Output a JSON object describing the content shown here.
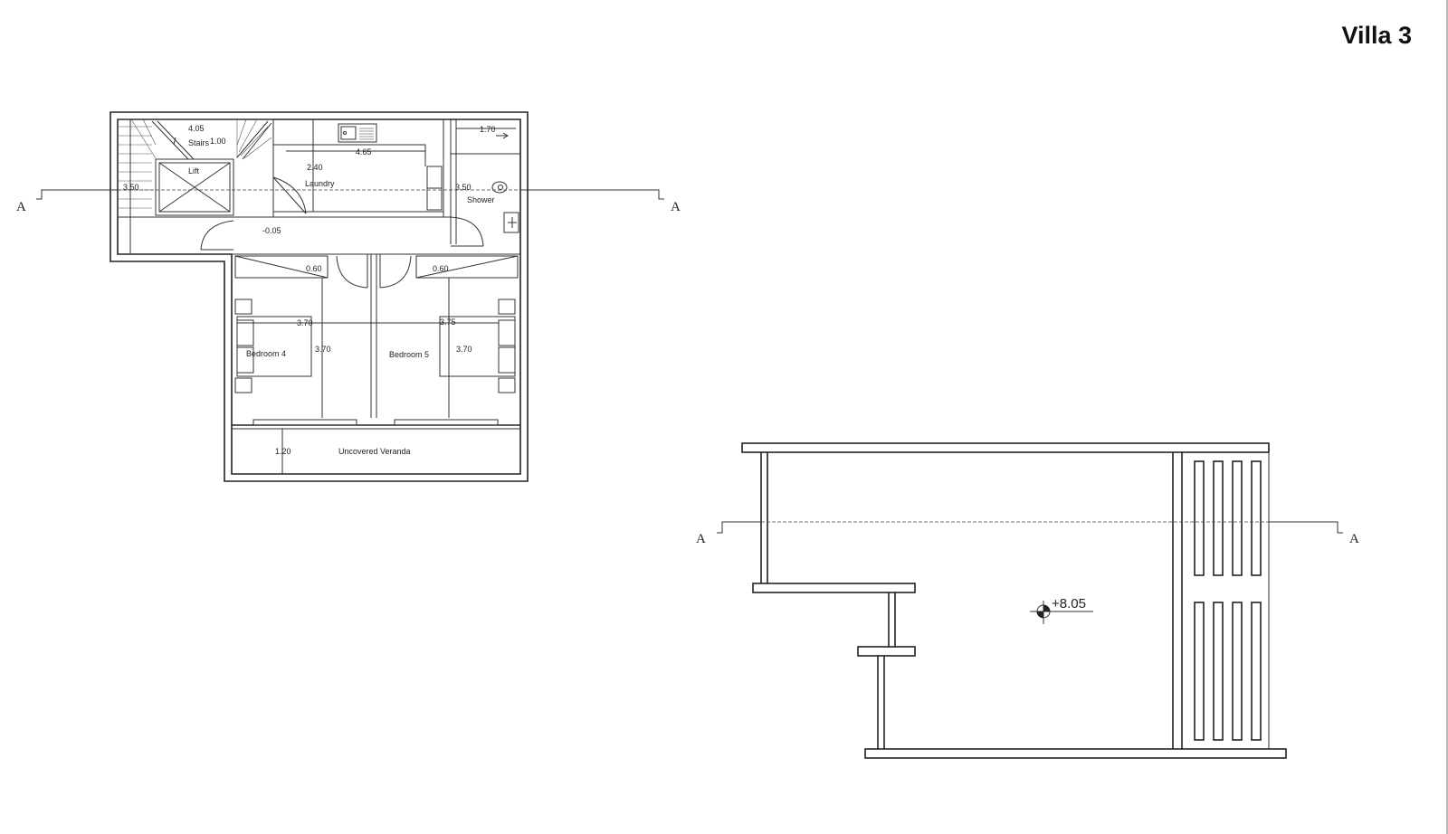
{
  "title": "Villa 3",
  "plan": {
    "rooms": {
      "stairs": "Stairs",
      "lift": "Lift",
      "laundry": "Laundry",
      "shower": "Shower",
      "bedroom4": "Bedroom 4",
      "bedroom5": "Bedroom 5",
      "veranda": "Uncovered Veranda"
    },
    "dims": {
      "stairs_w": "4.05",
      "stairs_h": "1.00",
      "left_h": "3.50",
      "laundry_w": "4.65",
      "laundry_h": "2.40",
      "shower_w": "1.70",
      "shower_h": "3.50",
      "floor_level": "-0.05",
      "wardrobe_left": "0.60",
      "wardrobe_right": "0.60",
      "bed4_w": "3.70",
      "bed4_h": "3.70",
      "bed5_w": "3.75",
      "bed5_h": "3.70",
      "veranda_h": "1.20"
    },
    "section_marker": "A"
  },
  "roof": {
    "level": "+8.05",
    "section_marker": "A"
  }
}
